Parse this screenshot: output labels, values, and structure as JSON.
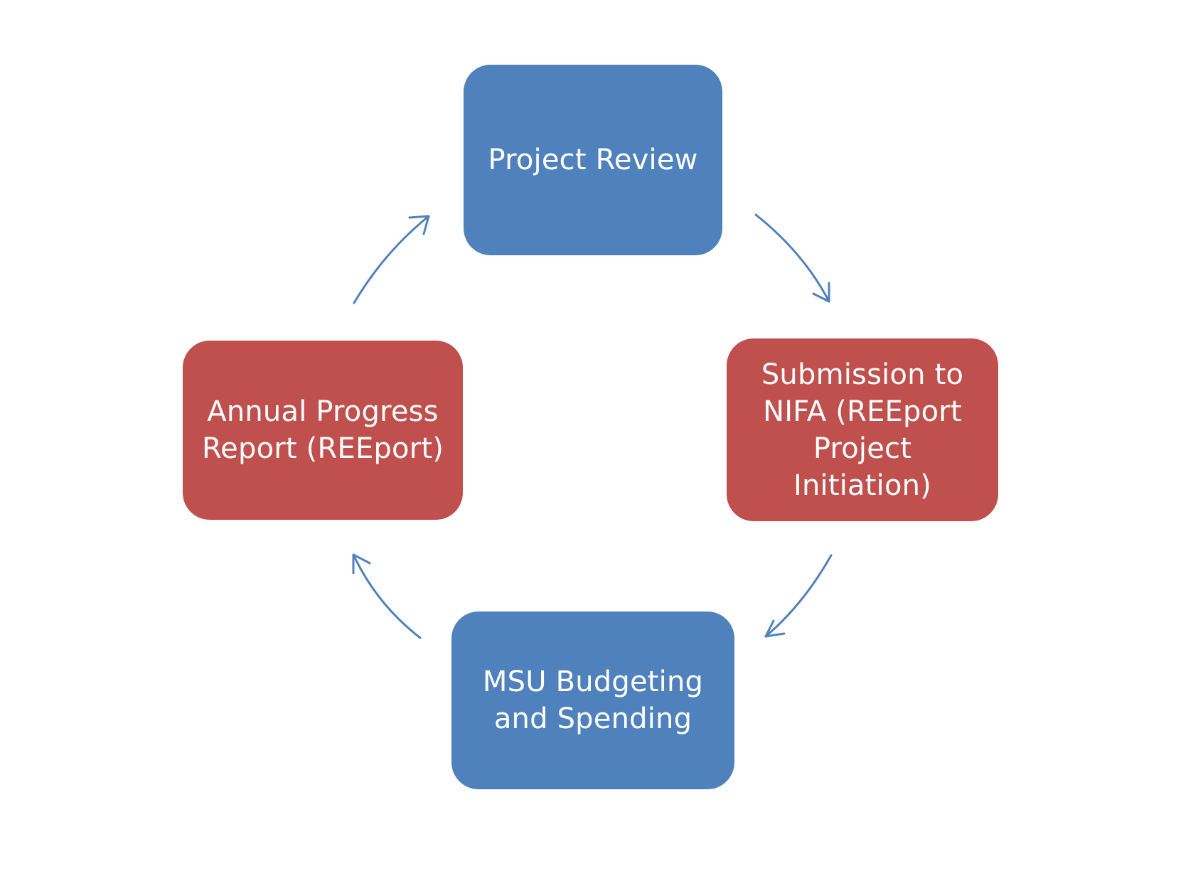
{
  "diagram": {
    "colors": {
      "blue_node": "#4f81bd",
      "red_node": "#c0504d",
      "arrow": "#4f81bd",
      "text": "#ffffff"
    },
    "nodes": [
      {
        "id": "node-1",
        "color": "blue",
        "lines": [
          "Project Review"
        ]
      },
      {
        "id": "node-2",
        "color": "red",
        "lines": [
          "Submission to",
          "NIFA (REEport",
          "Project Initiation)"
        ]
      },
      {
        "id": "node-3",
        "color": "blue",
        "lines": [
          "MSU Budgeting",
          "and Spending"
        ]
      },
      {
        "id": "node-4",
        "color": "red",
        "lines": [
          "Annual Progress",
          "Report (REEport)"
        ]
      }
    ],
    "edges": [
      {
        "from": "node-1",
        "to": "node-2"
      },
      {
        "from": "node-2",
        "to": "node-3"
      },
      {
        "from": "node-3",
        "to": "node-4"
      },
      {
        "from": "node-4",
        "to": "node-1"
      }
    ]
  }
}
